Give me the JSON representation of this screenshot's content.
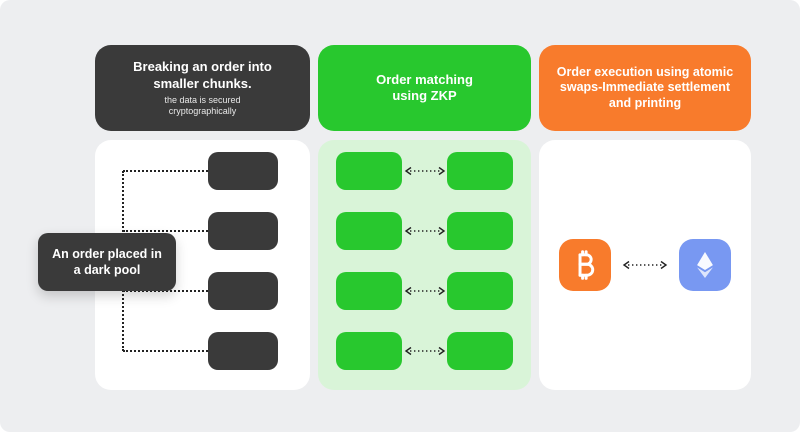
{
  "colors": {
    "background": "#edeef0",
    "dark": "#3a3a3a",
    "green": "#28c82e",
    "light_green": "#d9f4d8",
    "orange": "#f87b2c",
    "blue": "#7898f2",
    "line": "#222222"
  },
  "headers": {
    "left": {
      "title": "Breaking an order into smaller chunks.",
      "subtitle": "the data is secured cryptographically"
    },
    "middle": {
      "title": "Order matching using ZKP"
    },
    "right": {
      "title": "Order execution using atomic swaps-Immediate settlement and printing"
    }
  },
  "left_panel": {
    "order_label": "An order placed in a dark pool",
    "chunk_count": 4
  },
  "middle_panel": {
    "pair_count": 4
  },
  "right_panel": {
    "icons": [
      "bitcoin-icon",
      "ethereum-icon"
    ]
  }
}
